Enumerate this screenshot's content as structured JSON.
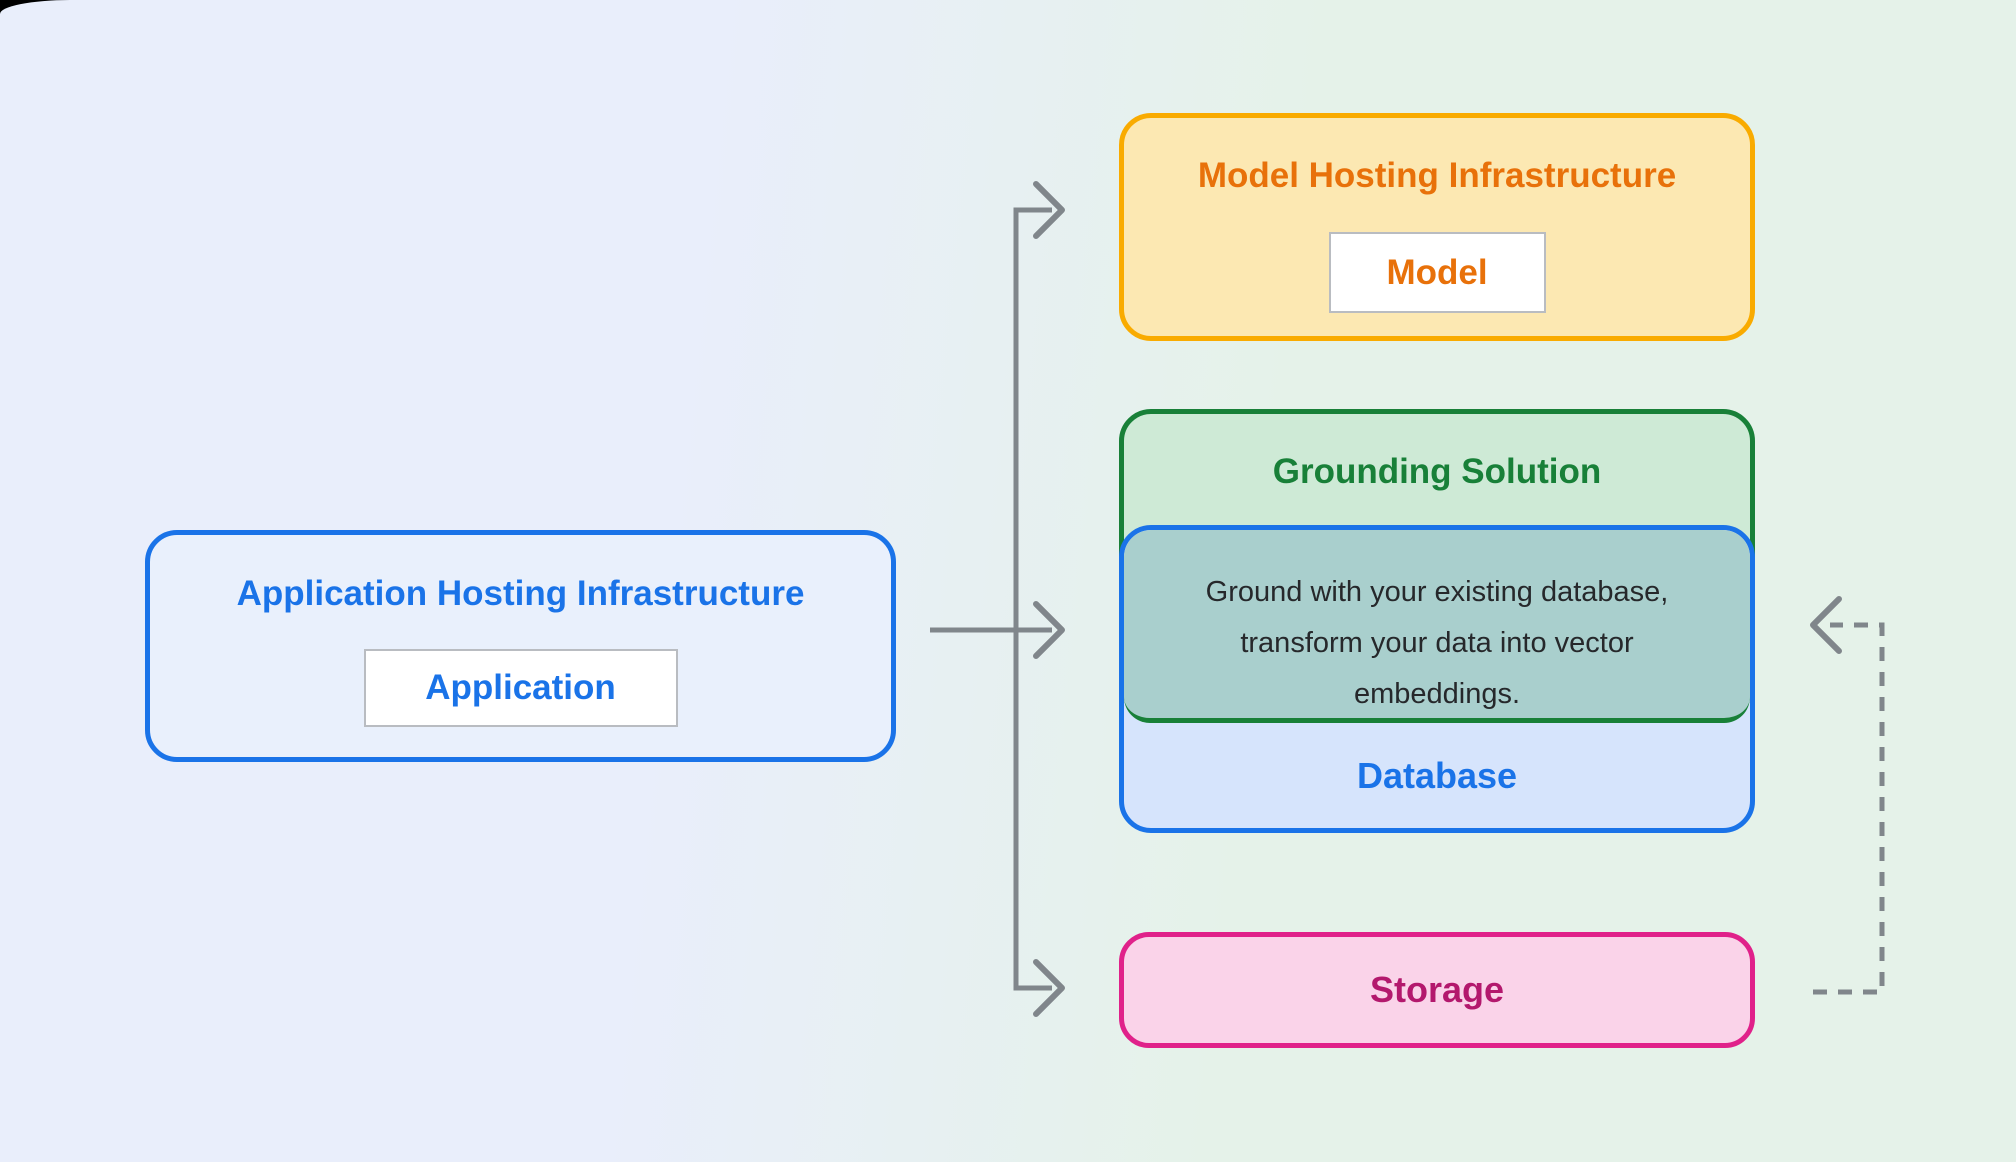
{
  "diagram": {
    "application_hosting": {
      "title": "Application Hosting Infrastructure",
      "chip_label": "Application"
    },
    "model_hosting": {
      "title": "Model Hosting Infrastructure",
      "chip_label": "Model"
    },
    "grounding_solution": {
      "title": "Grounding Solution",
      "description_lines": [
        "Ground with your existing database,",
        "transform your data into vector",
        "embeddings."
      ],
      "database_label": "Database"
    },
    "storage": {
      "label": "Storage"
    }
  },
  "icons": {
    "solid_connector": "right-arrow-connector",
    "dashed_connector": "left-dashed-feedback-arrow"
  },
  "colors": {
    "background_left": "#e9eefb",
    "background_right": "#e5f2e9",
    "blue_border": "#1a73e8",
    "blue_fill": "#e9f0fc",
    "blue_text": "#1a73e8",
    "yellow_border": "#f9ab00",
    "yellow_fill": "#fce8b2",
    "orange_text": "#e8710a",
    "green_border": "#188038",
    "green_fill": "#ceead6",
    "green_text": "#188038",
    "database_fill": "#d6e4fc",
    "teal_fill": "#a9cfcd",
    "pink_border": "#e0218a",
    "pink_fill": "#fad3e9",
    "pink_text": "#b3186d",
    "arrow_gray": "#80868b",
    "chip_border": "#b9bcc1",
    "chip_fill": "#ffffff",
    "description_text": "#26282b"
  }
}
